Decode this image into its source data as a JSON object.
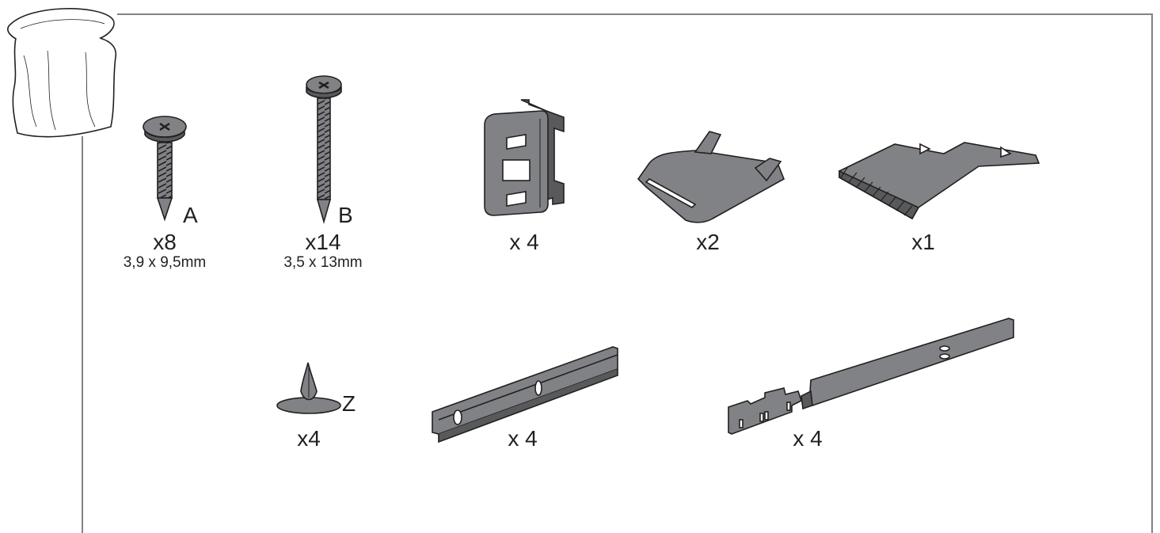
{
  "colors": {
    "outline": "#231f20",
    "part_fill": "#808285",
    "part_dark": "#58595b",
    "bag_fill": "#ffffff",
    "frame_line": "#808285"
  },
  "parts": {
    "screw_a": {
      "letter": "A",
      "quantity": "x8",
      "size": "3,9 x 9,5mm"
    },
    "screw_b": {
      "letter": "B",
      "quantity": "x14",
      "size": "3,5 x 13mm"
    },
    "bracket": {
      "quantity": "x 4"
    },
    "flap": {
      "quantity": "x2"
    },
    "plate": {
      "quantity": "x1"
    },
    "plug_z": {
      "letter": "Z",
      "quantity": "x4"
    },
    "rail_short": {
      "quantity": "x 4"
    },
    "rail_long": {
      "quantity": "x 4"
    }
  },
  "icons": [
    "bag-icon",
    "screw-icon",
    "bracket-icon",
    "flap-icon",
    "plate-icon",
    "plug-icon",
    "rail-icon"
  ]
}
